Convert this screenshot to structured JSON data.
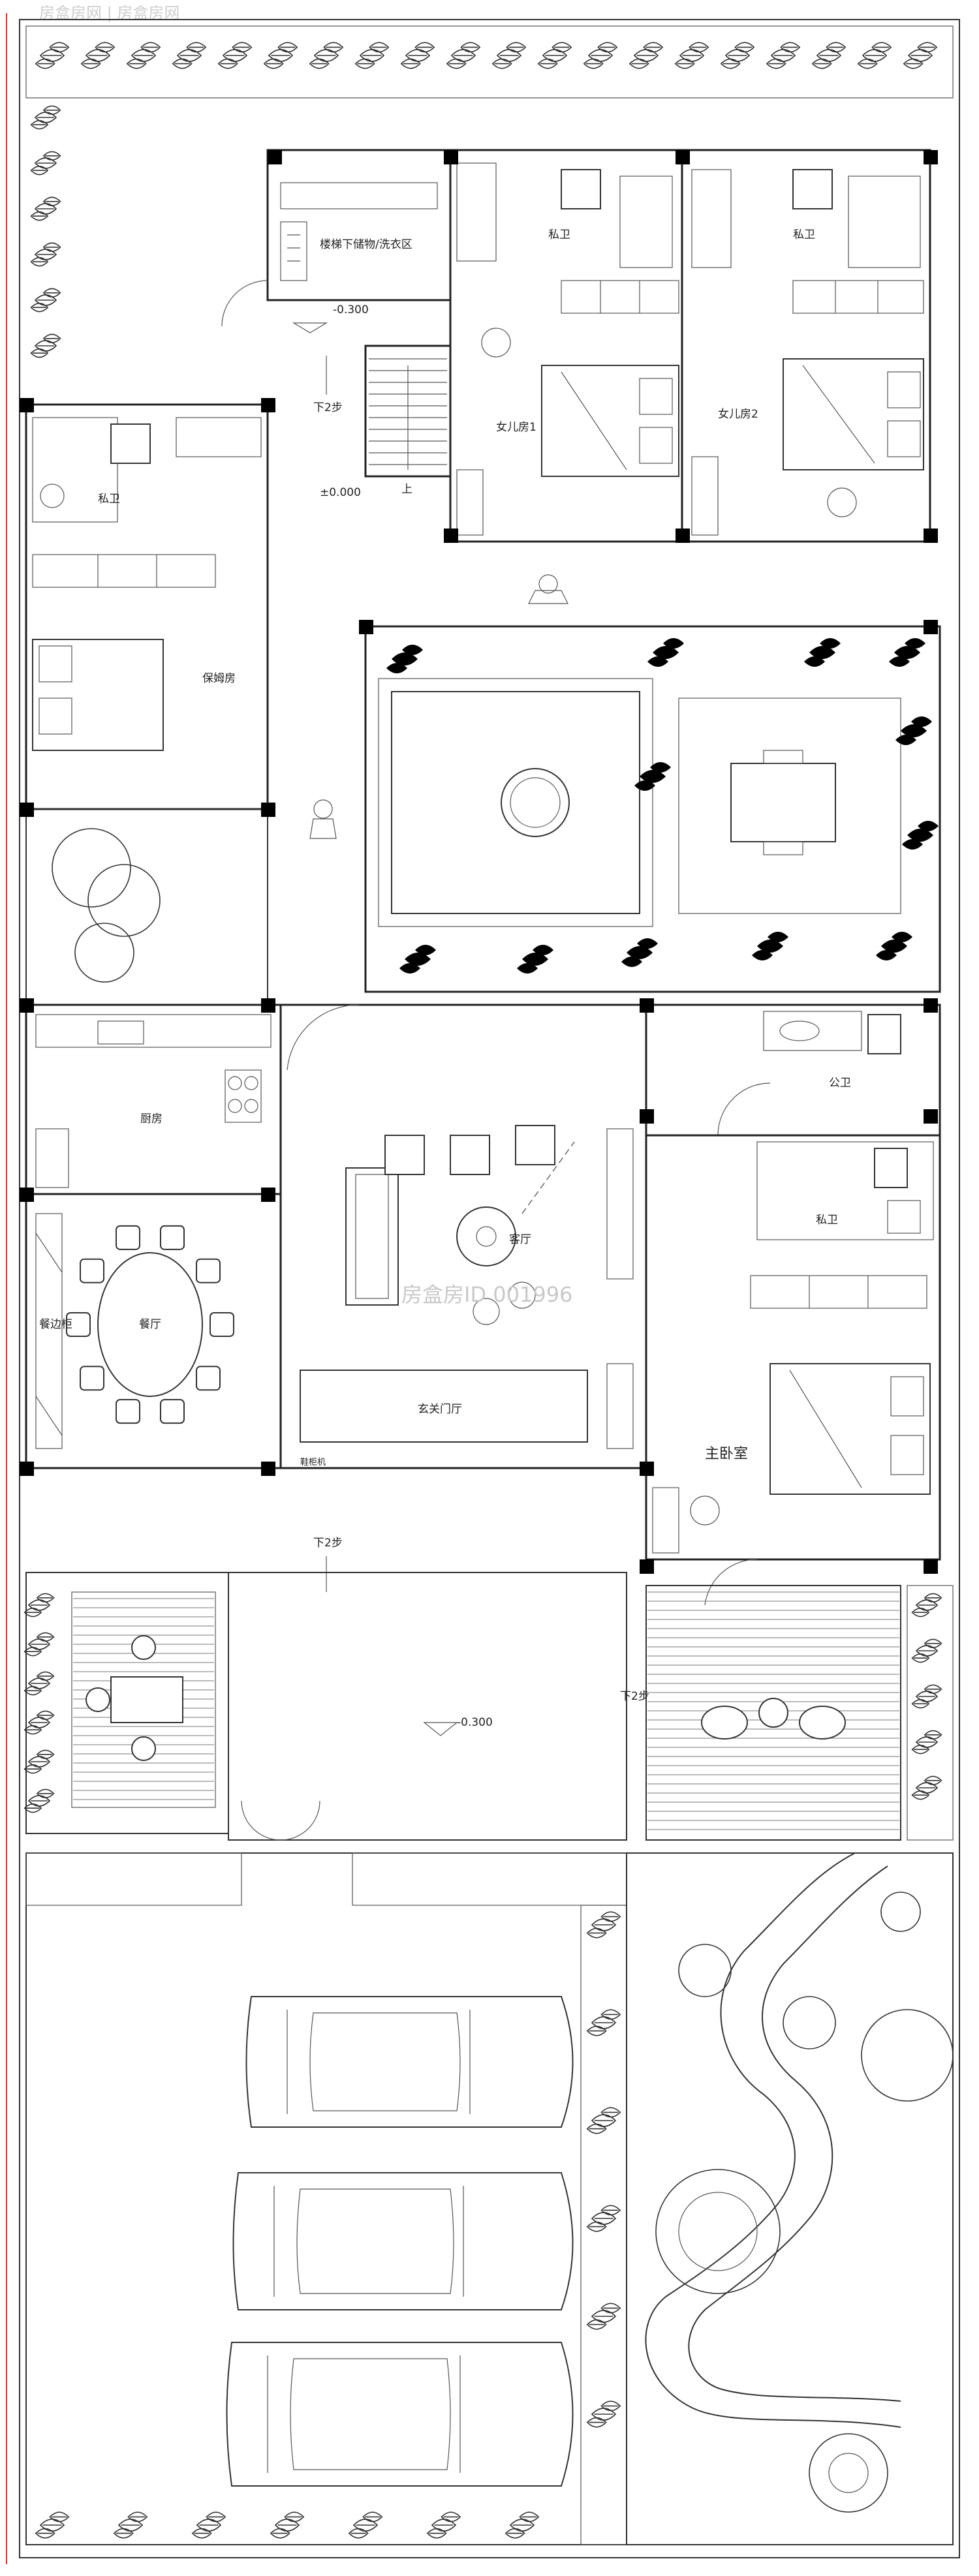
{
  "watermark": {
    "top": "房盒房网 | 房盒房网",
    "center": "房盒房ID 001996"
  },
  "rooms": {
    "stair_storage": "楼梯下储物/洗衣区",
    "private_bath": "私卫",
    "daughter1": "女儿房1",
    "daughter2": "女儿房2",
    "nanny": "保姆房",
    "kitchen": "厨房",
    "dining": "餐厅",
    "sideboard": "餐边柜",
    "living": "客厅",
    "foyer": "玄关门厅",
    "public_bath": "公卫",
    "master": "主卧室",
    "shoe_cabinet": "鞋柜机",
    "up": "上"
  },
  "levels": {
    "minus300": "-0.300",
    "zero": "±0.000"
  },
  "steps": {
    "down2": "下2步"
  }
}
